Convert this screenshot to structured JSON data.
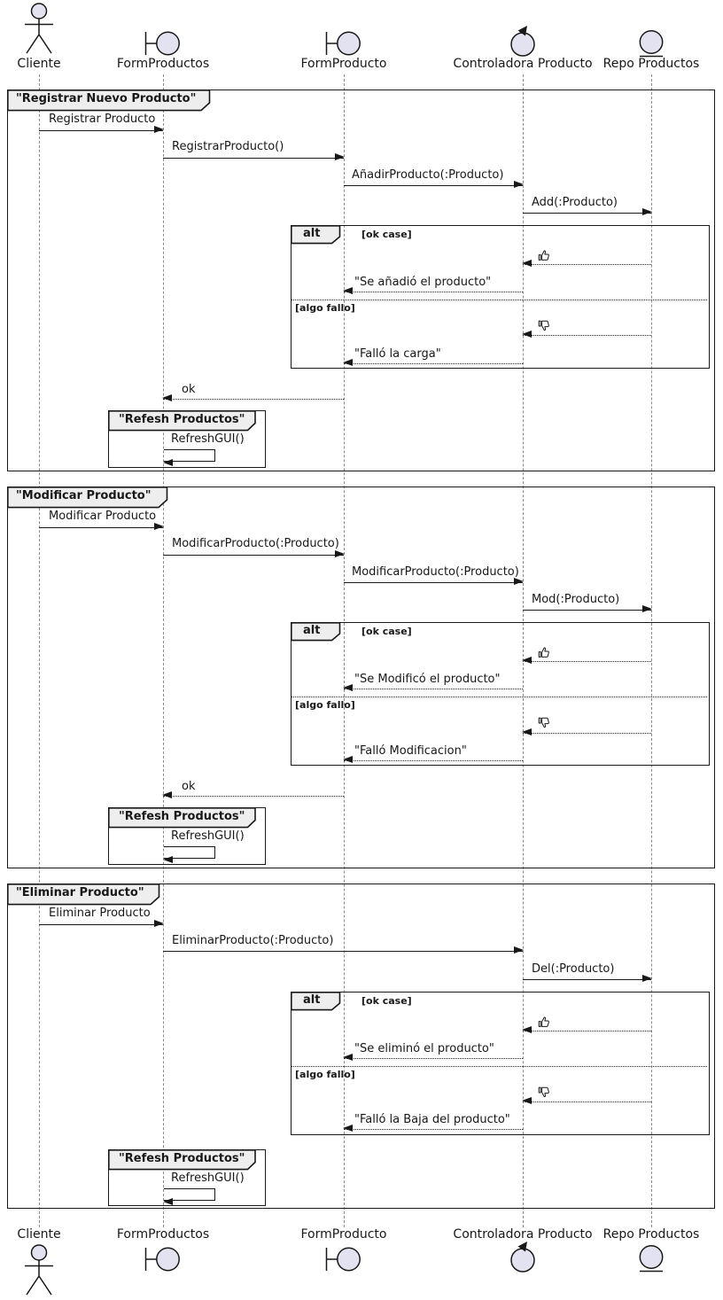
{
  "participants": [
    {
      "label": "Cliente",
      "type": "actor"
    },
    {
      "label": "FormProductos",
      "type": "boundary"
    },
    {
      "label": "FormProducto",
      "type": "boundary"
    },
    {
      "label": "Controladora Producto",
      "type": "control"
    },
    {
      "label": "Repo Productos",
      "type": "entity"
    }
  ],
  "alt": {
    "keyword": "alt",
    "guard_ok": "[ok case]",
    "guard_fail": "[algo fallo]"
  },
  "icons": {
    "ok_result": "thumbs-up-icon",
    "fail_result": "thumbs-down-icon"
  },
  "frames": [
    {
      "title": "\"Registrar Nuevo Producto\"",
      "messages": {
        "request": "Registrar Producto",
        "form_call": "RegistrarProducto()",
        "controller_call": "AñadirProducto(:Producto)",
        "repo_call": "Add(:Producto)",
        "ok_reply": "\"Se añadió el producto\"",
        "fail_reply": "\"Falló la carga\"",
        "final_ok": "ok",
        "refresh_title": "\"Refesh Productos\"",
        "refresh_call": "RefreshGUI()"
      }
    },
    {
      "title": "\"Modificar Producto\"",
      "messages": {
        "request": "Modificar Producto",
        "form_call": "ModificarProducto(:Producto)",
        "controller_call": "ModificarProducto(:Producto)",
        "repo_call": "Mod(:Producto)",
        "ok_reply": "\"Se Modificó el producto\"",
        "fail_reply": "\"Falló Modificacion\"",
        "final_ok": "ok",
        "refresh_title": "\"Refesh Productos\"",
        "refresh_call": "RefreshGUI()"
      }
    },
    {
      "title": "\"Eliminar Producto\"",
      "messages": {
        "request": "Eliminar Producto",
        "controller_call": "EliminarProducto(:Producto)",
        "repo_call": "Del(:Producto)",
        "ok_reply": "\"Se eliminó el producto\"",
        "fail_reply": "\"Falló la Baja del producto\"",
        "refresh_title": "\"Refesh Productos\"",
        "refresh_call": "RefreshGUI()"
      }
    }
  ],
  "colors": {
    "background": "#FFFFFF",
    "line": "#181818",
    "participant_fill": "#E2E2F0",
    "frame_header_fill": "#EEEEEE",
    "lifeline": "#8A8A8A"
  }
}
